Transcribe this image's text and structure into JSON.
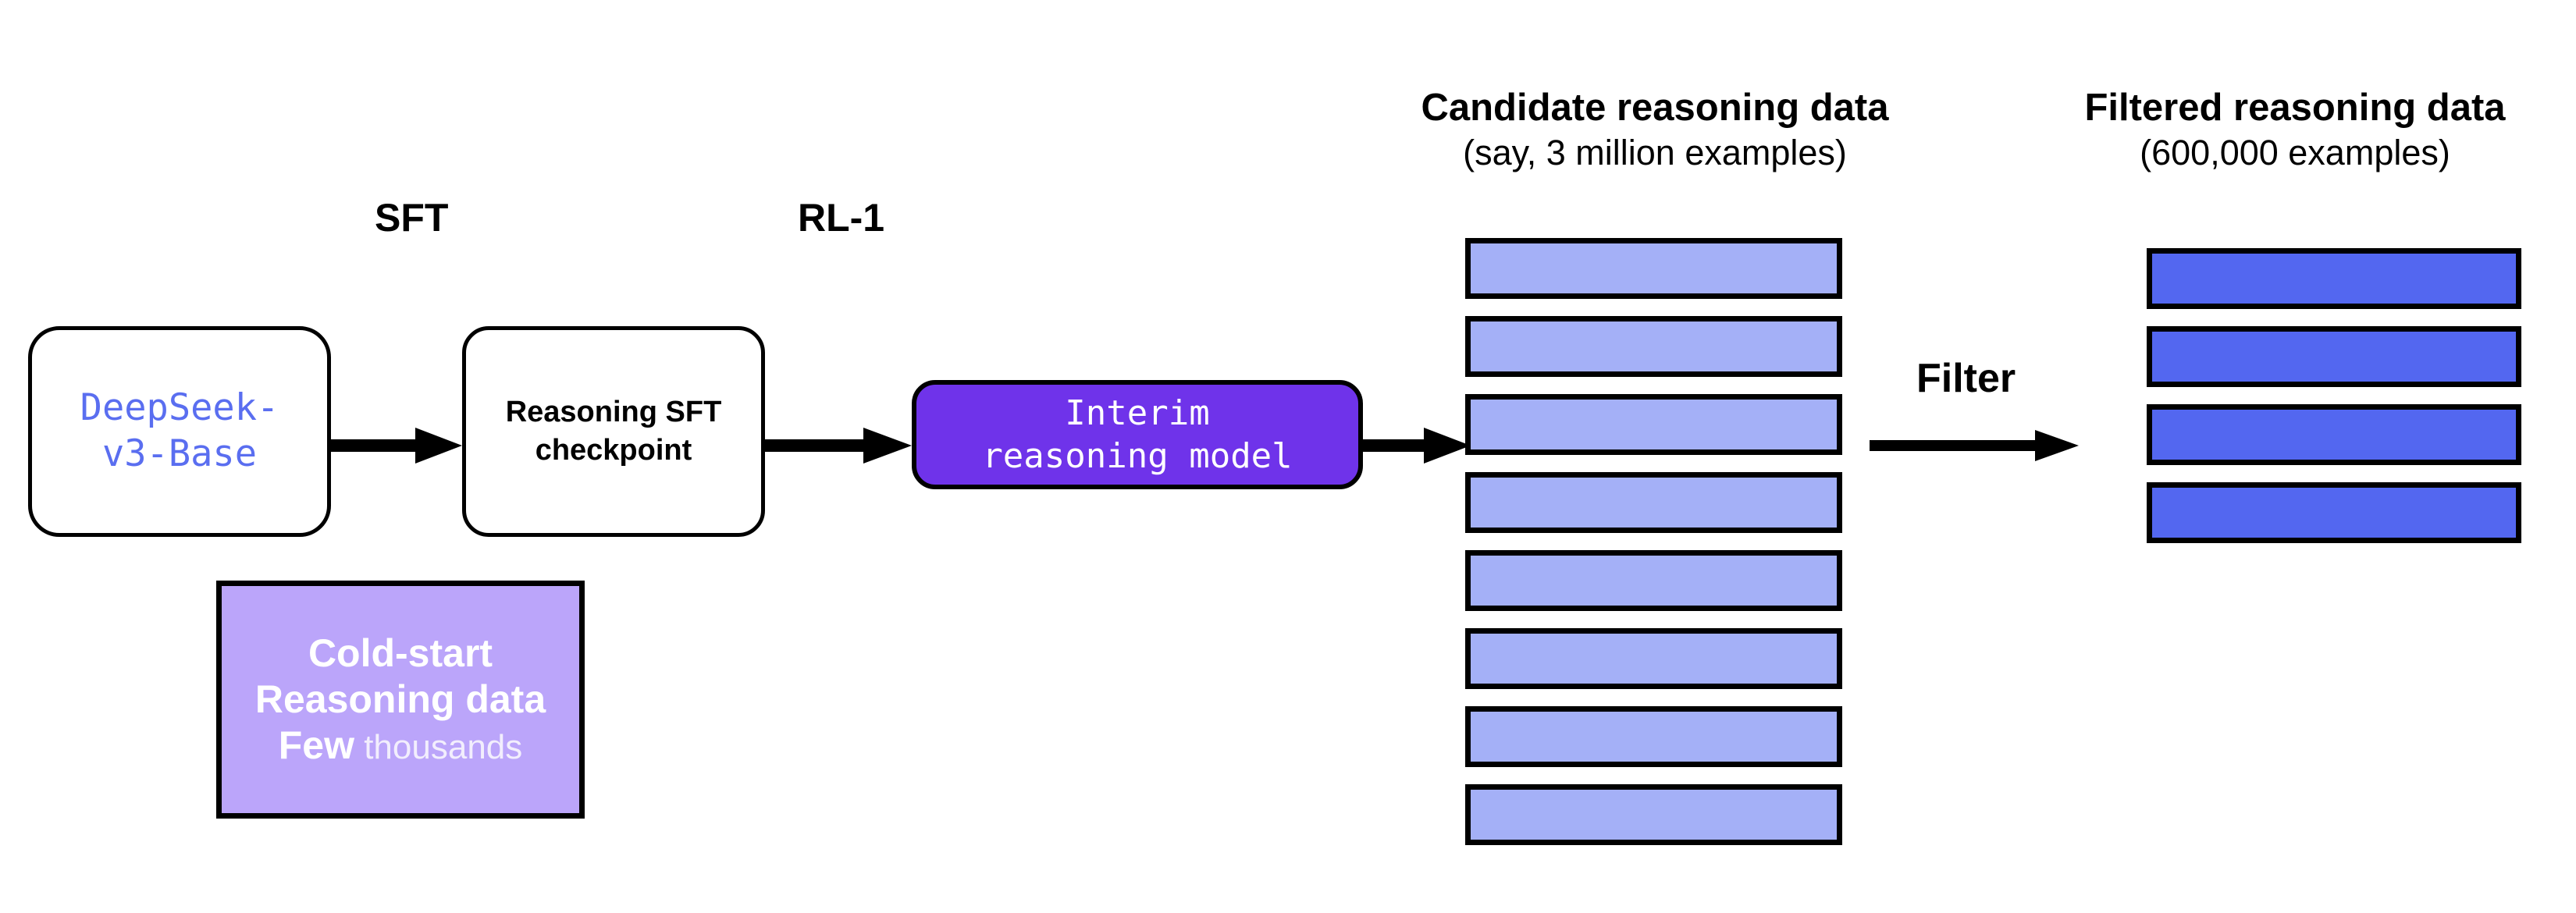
{
  "diagram": {
    "title_hidden": "",
    "colors": {
      "base_model_text": "#5a6ef0",
      "interim_model_fill": "#6f33ea",
      "cold_start_fill": "#bba5fa",
      "candidate_bar_fill": "#a4b0f7",
      "filtered_bar_fill": "#5367f0",
      "stroke": "#000000",
      "background": "#ffffff"
    }
  },
  "stages": {
    "sft_label": "SFT",
    "rl1_label": "RL-1",
    "filter_label": "Filter"
  },
  "boxes": {
    "base_model": {
      "label": "DeepSeek-\nv3-Base",
      "line1": "DeepSeek-",
      "line2": "v3-Base"
    },
    "sft_checkpoint": {
      "label": "Reasoning SFT\ncheckpoint",
      "line1": "Reasoning SFT",
      "line2": "checkpoint"
    },
    "interim_model": {
      "label": "Interim\nreasoning model",
      "line1": "Interim",
      "line2": "reasoning model"
    },
    "cold_start": {
      "line1": "Cold-start",
      "line2": "Reasoning data",
      "line3_strong": "Few",
      "line3_thin": " thousands"
    }
  },
  "columns": {
    "candidate": {
      "title": "Candidate reasoning data",
      "subtitle": "(say, 3 million examples)",
      "bar_count": 8,
      "count_text": "3 million"
    },
    "filtered": {
      "title": "Filtered reasoning data",
      "subtitle": "(600,000 examples)",
      "bar_count": 4,
      "count_text": "600,000"
    }
  },
  "arrows": {
    "base_to_sft": "arrow-right",
    "sft_to_interim": "arrow-right",
    "interim_to_candidate": "arrow-right",
    "candidate_to_filtered": "arrow-right"
  }
}
